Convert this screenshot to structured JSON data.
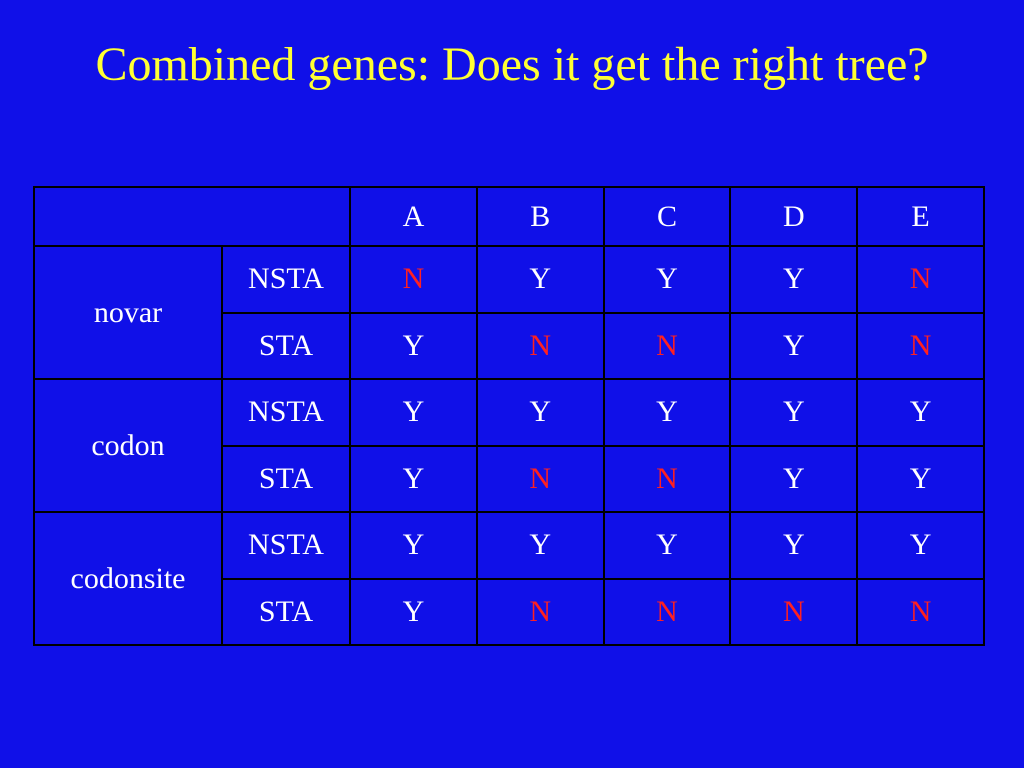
{
  "slide": {
    "title": "Combined genes: Does it get the right tree?"
  },
  "table": {
    "columns": [
      "A",
      "B",
      "C",
      "D",
      "E"
    ],
    "groups": [
      {
        "name": "novar",
        "rows": [
          {
            "method": "NSTA",
            "values": [
              "N",
              "Y",
              "Y",
              "Y",
              "N"
            ]
          },
          {
            "method": "STA",
            "values": [
              "Y",
              "N",
              "N",
              "Y",
              "N"
            ]
          }
        ]
      },
      {
        "name": "codon",
        "rows": [
          {
            "method": "NSTA",
            "values": [
              "Y",
              "Y",
              "Y",
              "Y",
              "Y"
            ]
          },
          {
            "method": "STA",
            "values": [
              "Y",
              "N",
              "N",
              "Y",
              "Y"
            ]
          }
        ]
      },
      {
        "name": "codonsite",
        "rows": [
          {
            "method": "NSTA",
            "values": [
              "Y",
              "Y",
              "Y",
              "Y",
              "Y"
            ]
          },
          {
            "method": "STA",
            "values": [
              "Y",
              "N",
              "N",
              "N",
              "N"
            ]
          }
        ]
      }
    ]
  },
  "colors": {
    "background": "#1010e8",
    "title": "#ffff33",
    "text": "#ffffff",
    "no_value": "#ff2020",
    "grid": "#000000"
  }
}
